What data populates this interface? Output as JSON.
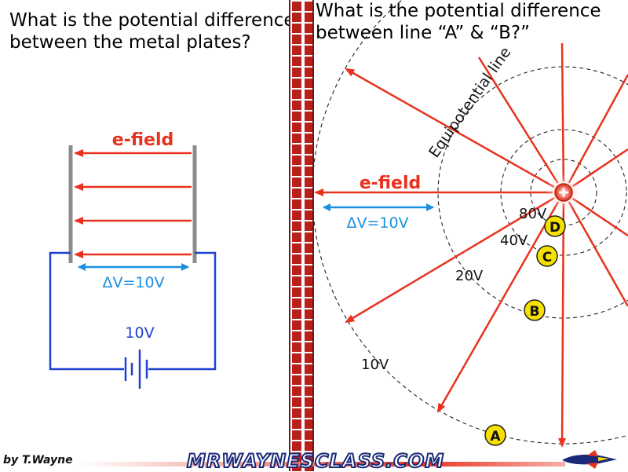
{
  "left_panel": {
    "question": [
      "What is the potential difference",
      "between the metal plates?"
    ],
    "efield_label": "e-field",
    "dv_label": "ΔV=10V",
    "battery_label": "10V"
  },
  "right_panel": {
    "question": [
      "What is the potential difference",
      "between line “A” & “B?”"
    ],
    "equipotential_label": "Equipotential line",
    "efield_label": "e-field",
    "dv_label": "ΔV=10V",
    "potentials": [
      "80V",
      "40V",
      "20V",
      "10V"
    ],
    "points": [
      "D",
      "C",
      "B",
      "A"
    ]
  },
  "footer": {
    "credit": "by T.Wayne",
    "brand": "MRWAYNESCLASS.COM"
  },
  "colors": {
    "field_line": "#e8321e",
    "plate": "#8c8c8c",
    "circuit": "#2040d0",
    "delta_v": "#1a8fe0",
    "point_fill": "#f5e000",
    "charge": "#e8321e"
  }
}
